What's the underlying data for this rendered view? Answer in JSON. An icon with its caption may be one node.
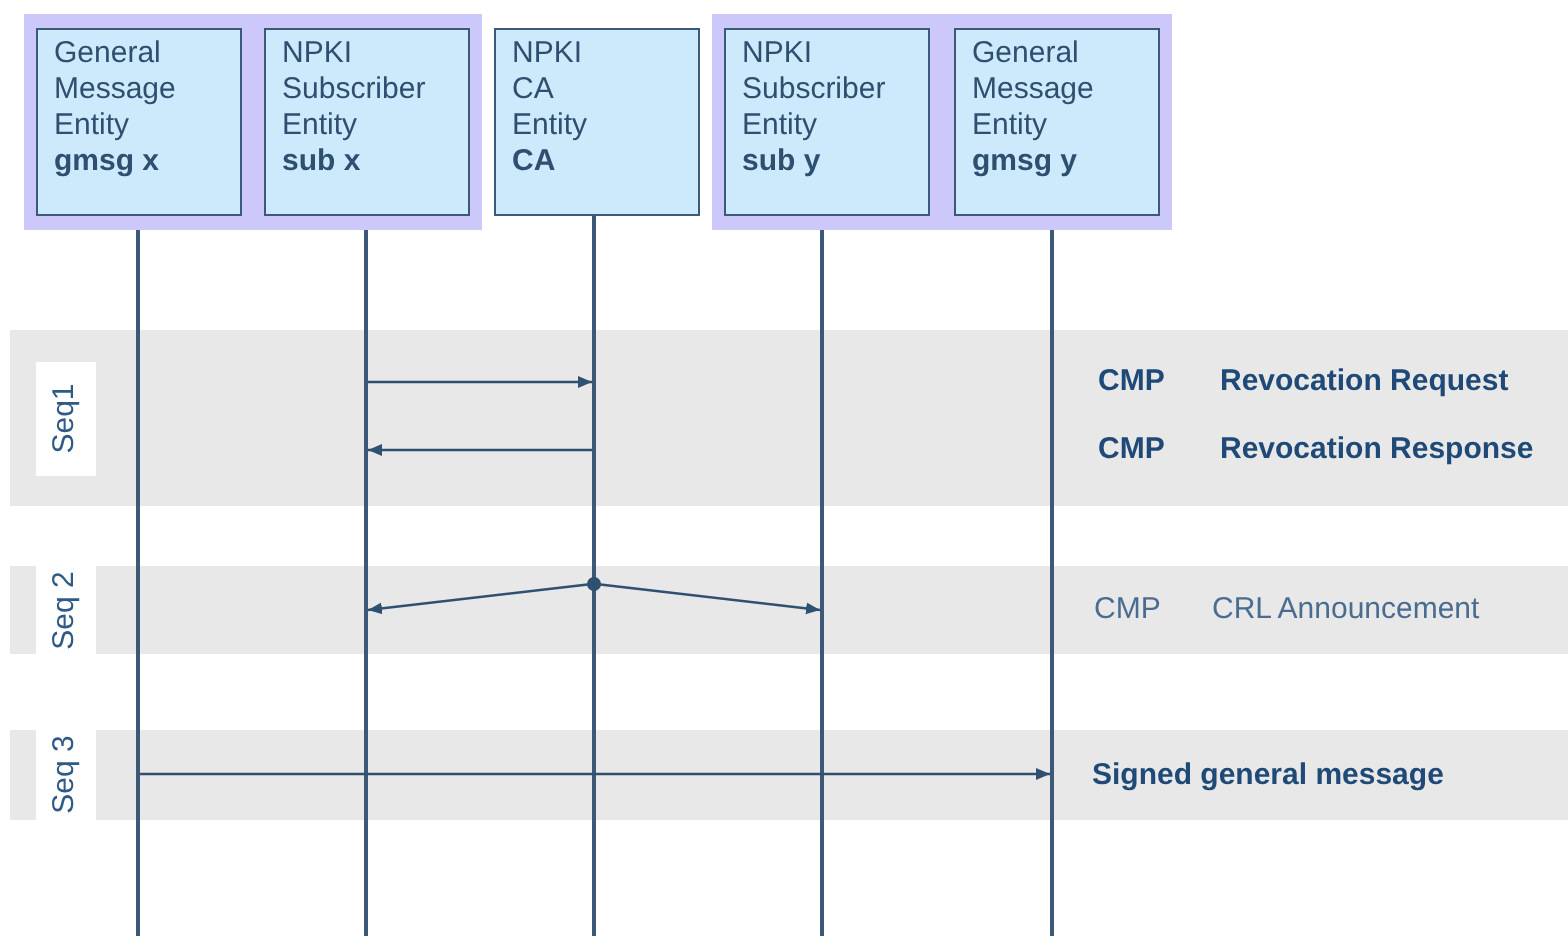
{
  "diagram": {
    "nodes": [
      {
        "text": [],
        "shape": "box"
      },
      {
        "text": [
          "General Message Entity",
          "gmsg x"
        ],
        "in": 0
      },
      {
        "text": [
          "NPKI Subscriber Entity",
          "sub x"
        ],
        "in": 0
      },
      {
        "text": [
          "NPKI CA Entity",
          "CA"
        ]
      },
      {
        "text": [],
        "shape": "box"
      },
      {
        "text": [
          "NPKI Subscriber Entity",
          "sub y"
        ],
        "in": 4
      },
      {
        "text": [
          "General Message Entity",
          "gmsg y"
        ],
        "in": 4
      },
      {
        "text": [],
        "shape": "bar"
      },
      {
        "text": [],
        "shape": "bar"
      },
      {
        "text": [],
        "shape": "bar"
      },
      {
        "text": [],
        "shape": "bar"
      },
      {
        "text": [],
        "shape": "bar"
      }
    ],
    "edges": [
      {
        "from": 8,
        "to": 9,
        "arrow": "to"
      },
      {
        "from": 9,
        "to": 8,
        "arrow": "to"
      },
      {
        "from": 9,
        "to": 8,
        "arrow": "to"
      },
      {
        "from": 9,
        "to": 10,
        "arrow": "to"
      },
      {
        "from": 7,
        "to": 11,
        "arrow": "to"
      }
    ],
    "labels": [
      "Seq1",
      "CMP",
      "Revocation Request",
      "CMP",
      "Revocation Response",
      "Seq 2",
      "CMP",
      "CRL Announcement",
      "Seq 3",
      "Signed general message"
    ]
  }
}
